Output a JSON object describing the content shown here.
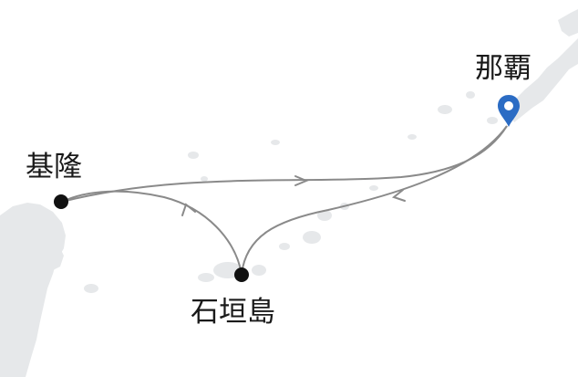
{
  "map": {
    "colors": {
      "land": "#e6e8ea",
      "route": "#8a8a8a",
      "marker_dot": "#111111",
      "pin": "#2b6cc4"
    },
    "routes": [
      {
        "from": "基隆",
        "to": "那覇"
      },
      {
        "from": "那覇",
        "to": "石垣島"
      },
      {
        "from": "石垣島",
        "to": "基隆"
      }
    ],
    "places": {
      "naha": {
        "name": "那覇",
        "marker": "location-pin-icon"
      },
      "keelung": {
        "name": "基隆",
        "marker": "dot"
      },
      "ishigaki": {
        "name": "石垣島",
        "marker": "dot"
      }
    }
  }
}
